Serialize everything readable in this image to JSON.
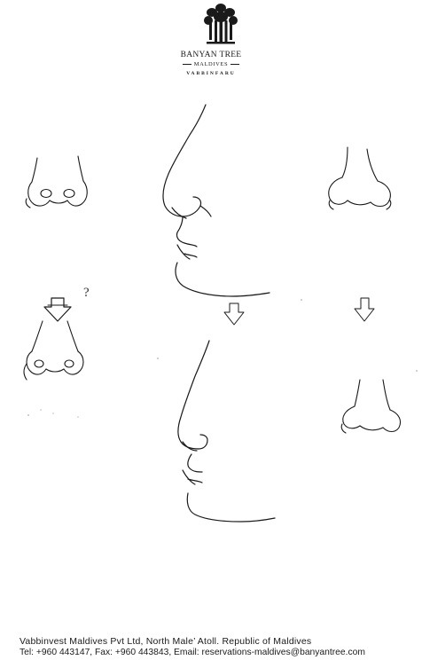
{
  "header": {
    "logo_icon": "banyan-tree-logo-icon",
    "brand_name": "BANYAN TREE",
    "brand_sub": "MALDIVES",
    "brand_location": "VABBINFARU"
  },
  "annotation": {
    "question_mark": "?"
  },
  "footer": {
    "line1": "Vabbinvest Maldives Pvt Ltd, North Male’ Atoll. Republic of Maldives",
    "line2": "Tel: +960 443147, Fax: +960 443843, Email: reservations-maldives@banyantree.com"
  },
  "icons": [
    "banyan-tree-logo-icon",
    "down-arrow-icon"
  ]
}
